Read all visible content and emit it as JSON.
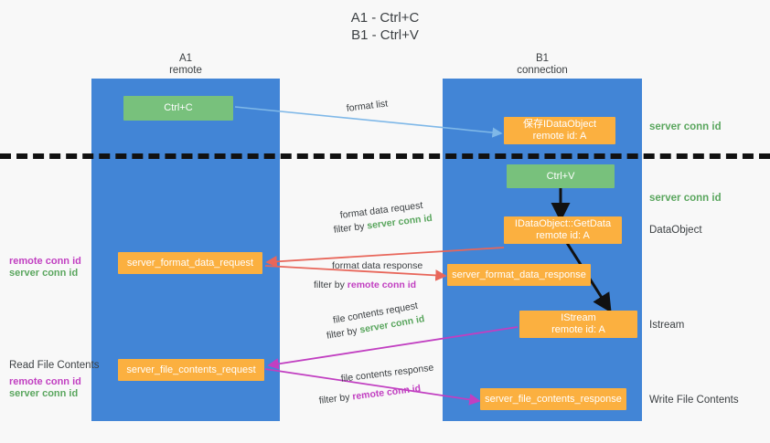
{
  "title": {
    "line1": "A1 - Ctrl+C",
    "line2": "B1 - Ctrl+V"
  },
  "columns": [
    {
      "name": "A1",
      "sub": "remote"
    },
    {
      "name": "B1",
      "sub": "connection"
    }
  ],
  "boxes": {
    "ctrl_c": {
      "line1": "Ctrl+C",
      "line2": ""
    },
    "save_idataobject": {
      "line1": "保存IDataObject",
      "line2": "remote id: A"
    },
    "ctrl_v": {
      "line1": "Ctrl+V",
      "line2": ""
    },
    "getdata": {
      "line1": "IDataObject::GetData",
      "line2": "remote id: A"
    },
    "server_format_data_request": {
      "line1": "server_format_data_request",
      "line2": ""
    },
    "server_format_data_response": {
      "line1": "server_format_data_response",
      "line2": ""
    },
    "istream": {
      "line1": "IStream",
      "line2": "remote id: A"
    },
    "server_file_contents_request": {
      "line1": "server_file_contents_request",
      "line2": ""
    },
    "server_file_contents_response": {
      "line1": "server_file_contents_response",
      "line2": ""
    }
  },
  "right_labels": {
    "server_conn_id_1": "server conn id",
    "server_conn_id_2": "server conn id",
    "dataobject": "DataObject",
    "istream": "Istream",
    "write_file_contents": "Write File Contents"
  },
  "left_labels": {
    "remote_conn_id_1": "remote conn id",
    "server_conn_id_1": "server conn id",
    "read_file_contents": "Read File Contents",
    "remote_conn_id_2": "remote conn id",
    "server_conn_id_2": "server conn id"
  },
  "arrow_labels": {
    "format_list": "format list",
    "format_data_request": "format data request",
    "format_data_request_filter_prefix": "filter by ",
    "format_data_request_filter_value": "server conn id",
    "format_data_response": "format data response",
    "format_data_response_filter_prefix": "filter by ",
    "format_data_response_filter_value": "remote conn id",
    "file_contents_request": "file contents request",
    "file_contents_request_filter_prefix": "filter by ",
    "file_contents_request_filter_value": "server conn id",
    "file_contents_response": "file contents response",
    "file_contents_response_filter_prefix": "filter by ",
    "file_contents_response_filter_value": "remote conn id"
  },
  "colors": {
    "column": "#4285d6",
    "green_box": "#78c17c",
    "orange_box": "#fbb040",
    "server_conn_id": "#5aa65e",
    "remote_conn_id": "#c13fc1",
    "light_blue_arrow": "#7fb8e8",
    "red_arrow": "#e8665a",
    "magenta_arrow": "#c13fc1",
    "black_arrow": "#111111",
    "background": "#f8f8f8"
  }
}
